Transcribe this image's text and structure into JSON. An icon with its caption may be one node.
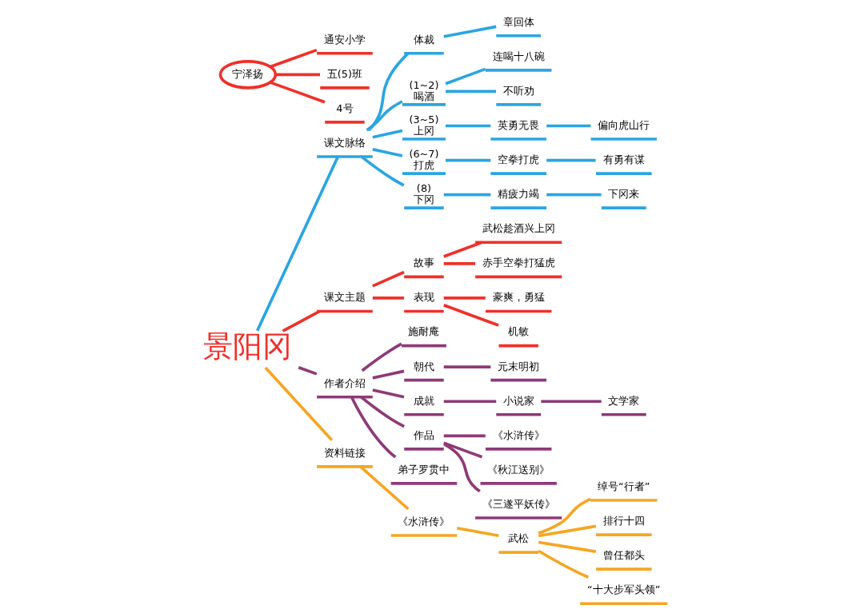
{
  "diagram": {
    "nodes": [
      {
        "text": [
          "景阳冈"
        ]
      },
      {
        "text": [
          "课文脉络"
        ]
      },
      {
        "text": [
          "体裁"
        ]
      },
      {
        "text": [
          "章回体"
        ]
      },
      {
        "text": [
          "(1~2)",
          "喝酒"
        ]
      },
      {
        "text": [
          "连喝十八碗"
        ]
      },
      {
        "text": [
          "不听劝"
        ]
      },
      {
        "text": [
          "(3~5)",
          "上冈"
        ]
      },
      {
        "text": [
          "英勇无畏"
        ]
      },
      {
        "text": [
          "偏向虎山行"
        ]
      },
      {
        "text": [
          "(6~7)",
          "打虎"
        ]
      },
      {
        "text": [
          "空拳打虎"
        ]
      },
      {
        "text": [
          "有勇有谋"
        ]
      },
      {
        "text": [
          "(8)",
          "下冈"
        ]
      },
      {
        "text": [
          "精疲力竭"
        ]
      },
      {
        "text": [
          "下冈来"
        ]
      },
      {
        "text": [
          "课文主题"
        ]
      },
      {
        "text": [
          "故事"
        ]
      },
      {
        "text": [
          "武松趁酒兴上冈"
        ]
      },
      {
        "text": [
          "赤手空拳打猛虎"
        ]
      },
      {
        "text": [
          "表现"
        ]
      },
      {
        "text": [
          "豪爽，勇猛"
        ]
      },
      {
        "text": [
          "机敏"
        ]
      },
      {
        "text": [
          "作者介绍"
        ]
      },
      {
        "text": [
          "施耐庵"
        ]
      },
      {
        "text": [
          "朝代"
        ]
      },
      {
        "text": [
          "元末明初"
        ]
      },
      {
        "text": [
          "成就"
        ]
      },
      {
        "text": [
          "小说家"
        ]
      },
      {
        "text": [
          "文学家"
        ]
      },
      {
        "text": [
          "作品"
        ]
      },
      {
        "text": [
          "《水浒传》"
        ]
      },
      {
        "text": [
          "《秋江送别》"
        ]
      },
      {
        "text": [
          "《三遂平妖传》"
        ]
      },
      {
        "text": [
          "弟子罗贯中"
        ]
      },
      {
        "text": [
          "资料链接"
        ]
      },
      {
        "text": [
          "《水浒传》"
        ]
      },
      {
        "text": [
          "武松"
        ]
      },
      {
        "text": [
          "绰号“行者”"
        ]
      },
      {
        "text": [
          "排行十四"
        ]
      },
      {
        "text": [
          "曾任都头"
        ]
      },
      {
        "text": [
          "“十大步军头领”"
        ]
      },
      {
        "text": [
          "宁泽扬"
        ]
      },
      {
        "text": [
          "通安小学"
        ]
      },
      {
        "text": [
          "五(5)班"
        ]
      },
      {
        "text": [
          "4号"
        ]
      }
    ],
    "edges": [
      {
        "from": 0,
        "to": 1,
        "arrow": "none",
        "color": "#2aa5e2"
      },
      {
        "from": 1,
        "to": 2,
        "arrow": "none",
        "color": "#2aa5e2"
      },
      {
        "from": 2,
        "to": 3,
        "arrow": "none",
        "color": "#2aa5e2"
      },
      {
        "from": 1,
        "to": 4,
        "arrow": "none",
        "color": "#2aa5e2"
      },
      {
        "from": 4,
        "to": 5,
        "arrow": "none",
        "color": "#2aa5e2"
      },
      {
        "from": 4,
        "to": 6,
        "arrow": "none",
        "color": "#2aa5e2"
      },
      {
        "from": 1,
        "to": 7,
        "arrow": "none",
        "color": "#2aa5e2"
      },
      {
        "from": 7,
        "to": 8,
        "arrow": "none",
        "color": "#2aa5e2"
      },
      {
        "from": 8,
        "to": 9,
        "arrow": "none",
        "color": "#2aa5e2"
      },
      {
        "from": 1,
        "to": 10,
        "arrow": "none",
        "color": "#2aa5e2"
      },
      {
        "from": 10,
        "to": 11,
        "arrow": "none",
        "color": "#2aa5e2"
      },
      {
        "from": 11,
        "to": 12,
        "arrow": "none",
        "color": "#2aa5e2"
      },
      {
        "from": 1,
        "to": 13,
        "arrow": "none",
        "color": "#2aa5e2"
      },
      {
        "from": 13,
        "to": 14,
        "arrow": "none",
        "color": "#2aa5e2"
      },
      {
        "from": 14,
        "to": 15,
        "arrow": "none",
        "color": "#2aa5e2"
      },
      {
        "from": 0,
        "to": 16,
        "arrow": "none",
        "color": "#f0302a"
      },
      {
        "from": 16,
        "to": 17,
        "arrow": "none",
        "color": "#f0302a"
      },
      {
        "from": 17,
        "to": 18,
        "arrow": "none",
        "color": "#f0302a"
      },
      {
        "from": 17,
        "to": 19,
        "arrow": "none",
        "color": "#f0302a"
      },
      {
        "from": 16,
        "to": 20,
        "arrow": "none",
        "color": "#f0302a"
      },
      {
        "from": 20,
        "to": 21,
        "arrow": "none",
        "color": "#f0302a"
      },
      {
        "from": 20,
        "to": 22,
        "arrow": "none",
        "color": "#f0302a"
      },
      {
        "from": 0,
        "to": 23,
        "arrow": "none",
        "color": "#8e3a78"
      },
      {
        "from": 23,
        "to": 24,
        "arrow": "none",
        "color": "#8e3a78"
      },
      {
        "from": 23,
        "to": 25,
        "arrow": "none",
        "color": "#8e3a78"
      },
      {
        "from": 25,
        "to": 26,
        "arrow": "none",
        "color": "#8e3a78"
      },
      {
        "from": 23,
        "to": 27,
        "arrow": "none",
        "color": "#8e3a78"
      },
      {
        "from": 27,
        "to": 28,
        "arrow": "none",
        "color": "#8e3a78"
      },
      {
        "from": 28,
        "to": 29,
        "arrow": "none",
        "color": "#8e3a78"
      },
      {
        "from": 23,
        "to": 30,
        "arrow": "none",
        "color": "#8e3a78"
      },
      {
        "from": 30,
        "to": 31,
        "arrow": "none",
        "color": "#8e3a78"
      },
      {
        "from": 30,
        "to": 32,
        "arrow": "none",
        "color": "#8e3a78"
      },
      {
        "from": 30,
        "to": 33,
        "arrow": "none",
        "color": "#8e3a78"
      },
      {
        "from": 23,
        "to": 34,
        "arrow": "none",
        "color": "#8e3a78"
      },
      {
        "from": 0,
        "to": 35,
        "arrow": "none",
        "color": "#f5a623"
      },
      {
        "from": 35,
        "to": 36,
        "arrow": "none",
        "color": "#f5a623"
      },
      {
        "from": 36,
        "to": 37,
        "arrow": "none",
        "color": "#f5a623"
      },
      {
        "from": 37,
        "to": 38,
        "arrow": "none",
        "color": "#f5a623"
      },
      {
        "from": 37,
        "to": 39,
        "arrow": "none",
        "color": "#f5a623"
      },
      {
        "from": 37,
        "to": 40,
        "arrow": "none",
        "color": "#f5a623"
      },
      {
        "from": 37,
        "to": 41,
        "arrow": "none",
        "color": "#f5a623"
      },
      {
        "from": 42,
        "to": 43,
        "arrow": "none",
        "color": "#f0302a"
      },
      {
        "from": 42,
        "to": 44,
        "arrow": "none",
        "color": "#f0302a"
      },
      {
        "from": 42,
        "to": 45,
        "arrow": "none",
        "color": "#f0302a"
      }
    ]
  }
}
